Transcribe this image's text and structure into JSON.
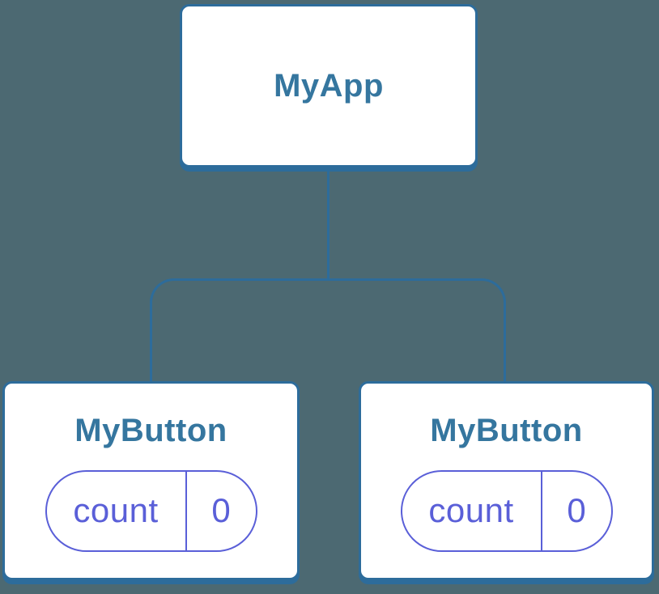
{
  "colors": {
    "background": "#4C6972",
    "card_fill": "#FFFFFF",
    "stroke": "#2D6C9B",
    "node_label": "#35769F",
    "state": "#5A5FD8"
  },
  "tree": {
    "root": {
      "label": "MyApp"
    },
    "children": [
      {
        "label": "MyButton",
        "state": {
          "name": "count",
          "value": "0"
        }
      },
      {
        "label": "MyButton",
        "state": {
          "name": "count",
          "value": "0"
        }
      }
    ]
  }
}
